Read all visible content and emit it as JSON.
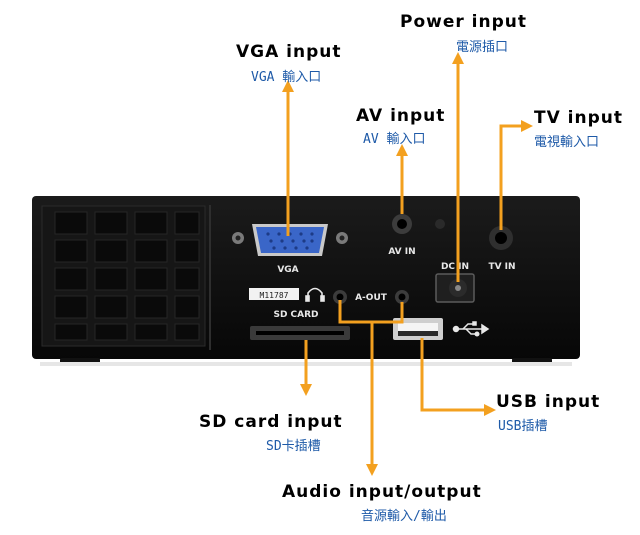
{
  "colors": {
    "arrow": "#f3a01f",
    "english": "#000000",
    "chinese": "#1e5aa8",
    "device_body": "#0e0e0e",
    "vga_port": "#3a66c8"
  },
  "device": {
    "panel_vga": "VGA",
    "panel_av_in": "AV IN",
    "panel_dc_in": "DC IN",
    "panel_tv_in": "TV IN",
    "panel_a_out": "A-OUT",
    "panel_sd_card": "SD CARD",
    "panel_serial": "M11787",
    "headphone_icon": "headphone-icon",
    "usb_icon": "usb-icon"
  },
  "labels": {
    "vga": {
      "en": "VGA input",
      "zh": "VGA 輸入口"
    },
    "av": {
      "en": "AV input",
      "zh": "AV 輸入口"
    },
    "power": {
      "en": "Power input",
      "zh": "電源插口"
    },
    "tv": {
      "en": "TV input",
      "zh": "電視輸入口"
    },
    "usb": {
      "en": "USB input",
      "zh": "USB插槽"
    },
    "sd": {
      "en": "SD card input",
      "zh": "SD卡插槽"
    },
    "audio": {
      "en": "Audio input/output",
      "zh": "音源輸入/輸出"
    }
  }
}
